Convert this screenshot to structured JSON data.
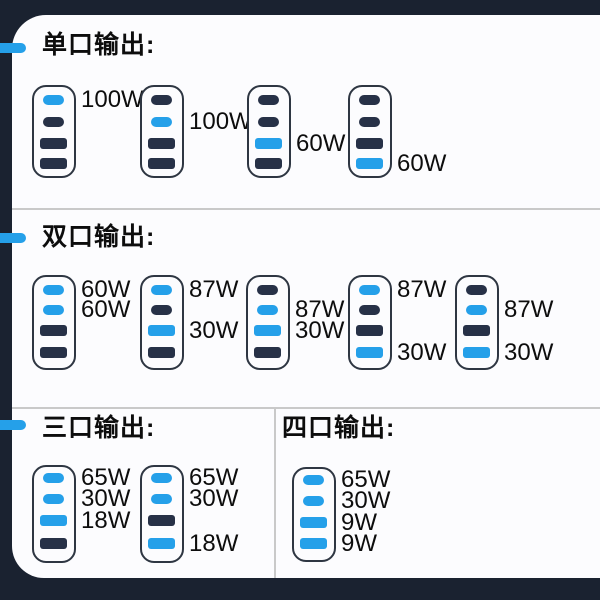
{
  "colors": {
    "background": "#1a2230",
    "panel": "#fcfcfe",
    "accent_blue": "#25a0e9",
    "port_inactive": "#273147",
    "charger_outline": "#2e3642",
    "divider": "#c9c9c9",
    "text": "#0d0d0d"
  },
  "sections": [
    {
      "title": "单口输出:",
      "chargers": [
        {
          "ports": [
            {
              "type": "usb-c",
              "active": true,
              "label": "100W"
            },
            {
              "type": "usb-c",
              "active": false,
              "label": null
            },
            {
              "type": "usb-a",
              "active": false,
              "label": null
            },
            {
              "type": "usb-a",
              "active": false,
              "label": null
            }
          ]
        },
        {
          "ports": [
            {
              "type": "usb-c",
              "active": false,
              "label": null
            },
            {
              "type": "usb-c",
              "active": true,
              "label": "100W"
            },
            {
              "type": "usb-a",
              "active": false,
              "label": null
            },
            {
              "type": "usb-a",
              "active": false,
              "label": null
            }
          ]
        },
        {
          "ports": [
            {
              "type": "usb-c",
              "active": false,
              "label": null
            },
            {
              "type": "usb-c",
              "active": false,
              "label": null
            },
            {
              "type": "usb-a",
              "active": true,
              "label": "60W"
            },
            {
              "type": "usb-a",
              "active": false,
              "label": null
            }
          ]
        },
        {
          "ports": [
            {
              "type": "usb-c",
              "active": false,
              "label": null
            },
            {
              "type": "usb-c",
              "active": false,
              "label": null
            },
            {
              "type": "usb-a",
              "active": false,
              "label": null
            },
            {
              "type": "usb-a",
              "active": true,
              "label": "60W"
            }
          ]
        }
      ]
    },
    {
      "title": "双口输出:",
      "chargers": [
        {
          "ports": [
            {
              "type": "usb-c",
              "active": true,
              "label": "60W"
            },
            {
              "type": "usb-c",
              "active": true,
              "label": "60W"
            },
            {
              "type": "usb-a",
              "active": false,
              "label": null
            },
            {
              "type": "usb-a",
              "active": false,
              "label": null
            }
          ]
        },
        {
          "ports": [
            {
              "type": "usb-c",
              "active": true,
              "label": "87W"
            },
            {
              "type": "usb-c",
              "active": false,
              "label": null
            },
            {
              "type": "usb-a",
              "active": true,
              "label": "30W"
            },
            {
              "type": "usb-a",
              "active": false,
              "label": null
            }
          ]
        },
        {
          "ports": [
            {
              "type": "usb-c",
              "active": false,
              "label": null
            },
            {
              "type": "usb-c",
              "active": true,
              "label": "87W"
            },
            {
              "type": "usb-a",
              "active": true,
              "label": "30W"
            },
            {
              "type": "usb-a",
              "active": false,
              "label": null
            }
          ]
        },
        {
          "ports": [
            {
              "type": "usb-c",
              "active": true,
              "label": "87W"
            },
            {
              "type": "usb-c",
              "active": false,
              "label": null
            },
            {
              "type": "usb-a",
              "active": false,
              "label": null
            },
            {
              "type": "usb-a",
              "active": true,
              "label": "30W"
            }
          ]
        },
        {
          "ports": [
            {
              "type": "usb-c",
              "active": false,
              "label": null
            },
            {
              "type": "usb-c",
              "active": true,
              "label": "87W"
            },
            {
              "type": "usb-a",
              "active": false,
              "label": null
            },
            {
              "type": "usb-a",
              "active": true,
              "label": "30W"
            }
          ]
        }
      ]
    },
    {
      "title": "三口输出:",
      "chargers": [
        {
          "ports": [
            {
              "type": "usb-c",
              "active": true,
              "label": "65W"
            },
            {
              "type": "usb-c",
              "active": true,
              "label": "30W"
            },
            {
              "type": "usb-a",
              "active": true,
              "label": "18W"
            },
            {
              "type": "usb-a",
              "active": false,
              "label": null
            }
          ]
        },
        {
          "ports": [
            {
              "type": "usb-c",
              "active": true,
              "label": "65W"
            },
            {
              "type": "usb-c",
              "active": true,
              "label": "30W"
            },
            {
              "type": "usb-a",
              "active": false,
              "label": null
            },
            {
              "type": "usb-a",
              "active": true,
              "label": "18W"
            }
          ]
        }
      ]
    },
    {
      "title": "四口输出:",
      "chargers": [
        {
          "ports": [
            {
              "type": "usb-c",
              "active": true,
              "label": "65W"
            },
            {
              "type": "usb-c",
              "active": true,
              "label": "30W"
            },
            {
              "type": "usb-a",
              "active": true,
              "label": "9W"
            },
            {
              "type": "usb-a",
              "active": true,
              "label": "9W"
            }
          ]
        }
      ]
    }
  ]
}
